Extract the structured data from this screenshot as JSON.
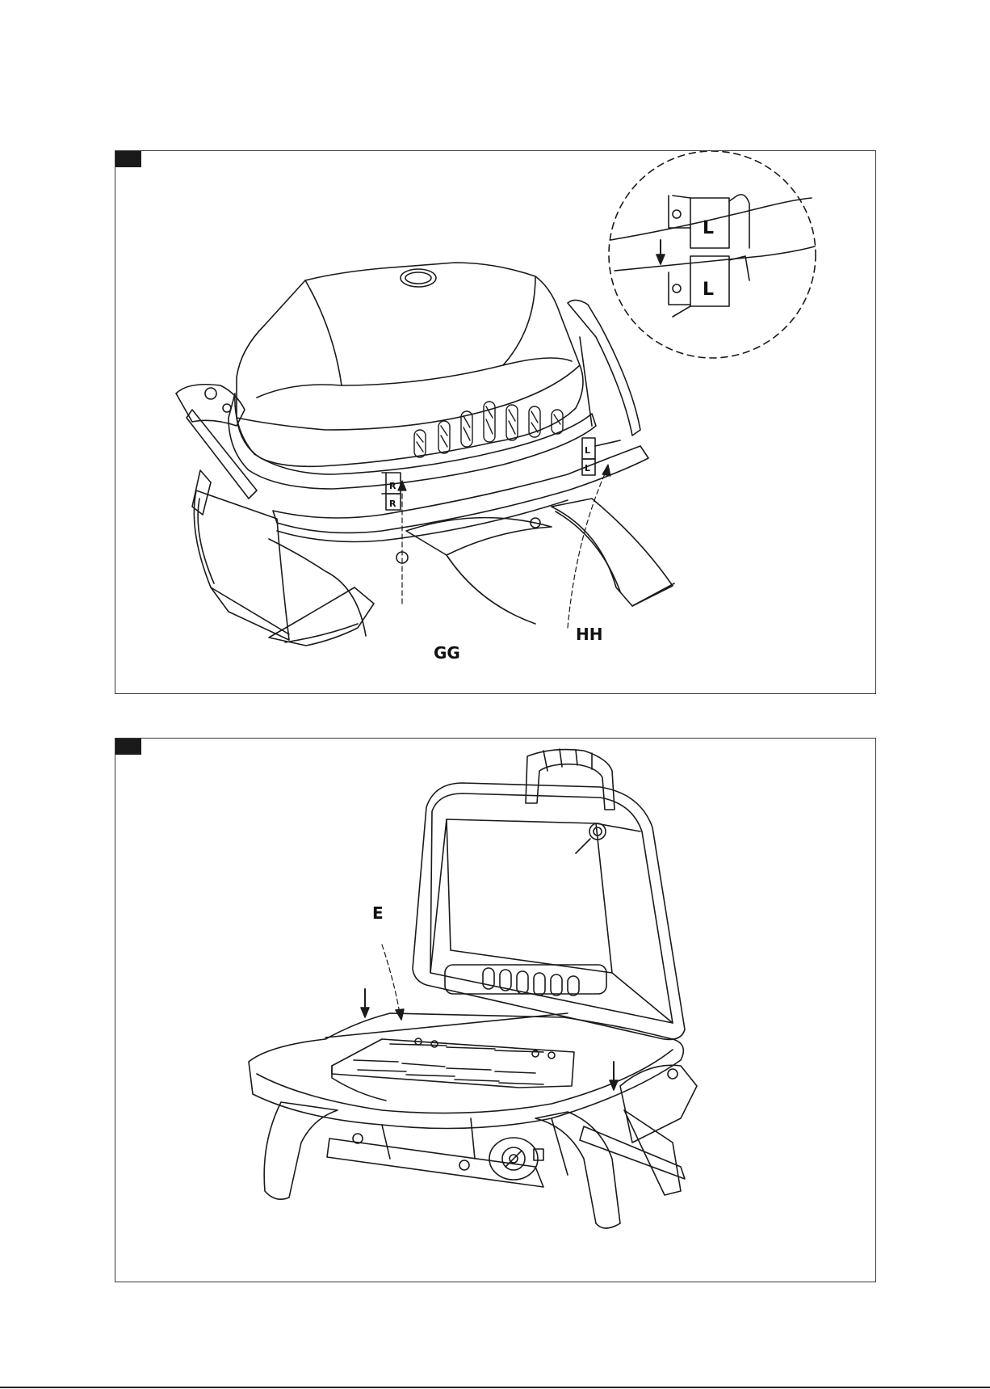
{
  "figure1": {
    "callouts": {
      "gg": "GG",
      "hh": "HH"
    },
    "hinge_labels": {
      "right_upper": "R",
      "right_lower": "R",
      "left_upper": "L",
      "left_lower": "L"
    },
    "detail_labels": {
      "upper": "L",
      "lower": "L"
    }
  },
  "figure2": {
    "callouts": {
      "e": "E"
    }
  },
  "colors": {
    "line": "#1a1a1a",
    "tab": "#1a1a1a",
    "border": "#3a3a3a"
  }
}
